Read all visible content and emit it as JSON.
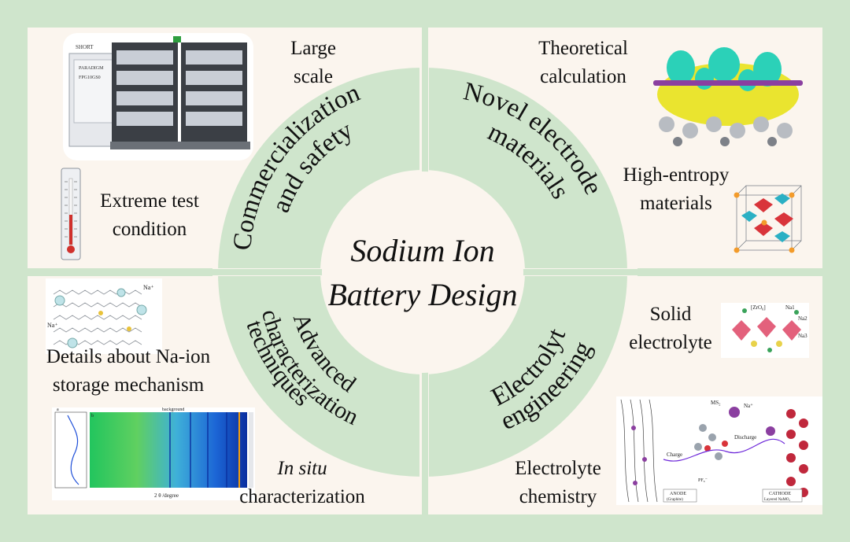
{
  "center": {
    "line1": "Sodium Ion",
    "line2": "Battery Design"
  },
  "quadrants": {
    "top_left": {
      "arc_line1": "Commercialization",
      "arc_line2": "and safety"
    },
    "top_right": {
      "arc_line1": "Novel electrode",
      "arc_line2": "materials"
    },
    "bottom_left": {
      "arc_line1": "Advanced",
      "arc_line2": "characterization",
      "arc_line3": "techniques"
    },
    "bottom_right": {
      "arc_line1": "Electrolyte",
      "arc_line2": "engineering"
    }
  },
  "labels": {
    "large_scale": [
      "Large",
      "scale"
    ],
    "extreme_test": [
      "Extreme test",
      "condition"
    ],
    "theoretical": [
      "Theoretical",
      "calculation"
    ],
    "high_entropy": [
      "High-entropy",
      "materials"
    ],
    "details": [
      "Details about Na-ion",
      "storage mechanism"
    ],
    "in_situ": [
      "In situ",
      "characterization"
    ],
    "solid_electrolyte": [
      "Solid",
      "electrolyte"
    ],
    "electrolyte_chemistry": [
      "Electrolyte",
      "chemistry"
    ]
  },
  "image_text": {
    "cell_tag1": "SHORT",
    "cell_tag2": "PARADIGM",
    "cell_tag3": "FPG10GS0",
    "sodium_ion_marker": "Na⁺",
    "insitu_axis": "2 θ /degree",
    "insitu_a": "a",
    "insitu_b": "b",
    "insitu_background": "background",
    "solid_zro": "[ZrO₆]",
    "solid_na1": "Na1",
    "solid_na2": "Na2",
    "solid_na3": "Na3",
    "echem_charge": "Charge",
    "echem_discharge": "Discharge",
    "echem_anode": "ANODE",
    "echem_anode_sub": "(Graphite)",
    "echem_cathode": "CATHODE",
    "echem_cathode_sub": "Layered NaMO₂",
    "echem_pf6": "PF₆⁻",
    "echem_ms": "MS₂",
    "echem_na": "Na⁺"
  },
  "colors": {
    "background": "#cfe5cc",
    "panel": "#fbf5ee",
    "ring": "#cfe5cc",
    "text": "#111111"
  }
}
